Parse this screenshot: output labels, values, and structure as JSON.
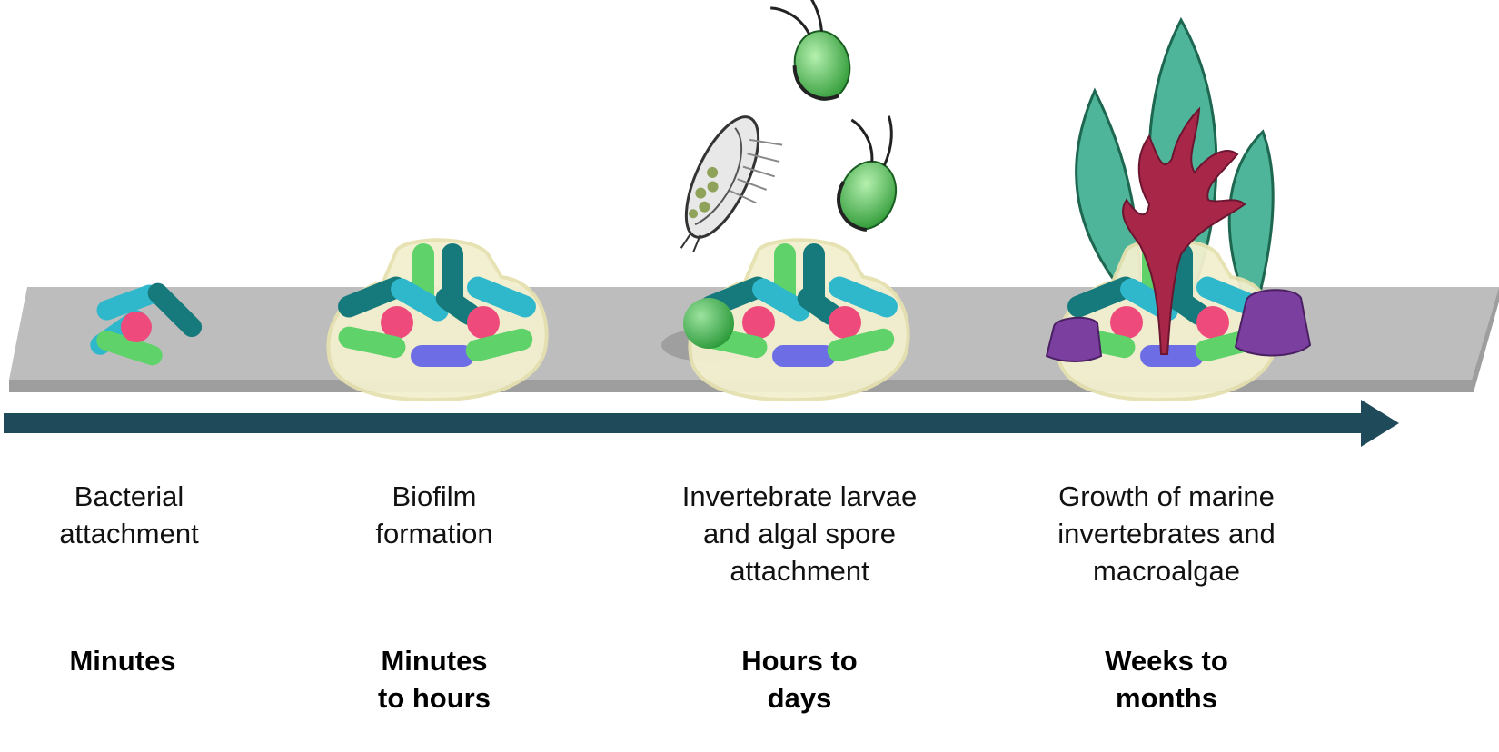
{
  "stages": [
    {
      "description": [
        "Bacterial",
        "attachment"
      ],
      "time": [
        "Minutes"
      ]
    },
    {
      "description": [
        "Biofilm",
        "formation"
      ],
      "time": [
        "Minutes",
        "to hours"
      ]
    },
    {
      "description": [
        "Invertebrate larvae",
        "and algal spore",
        "attachment"
      ],
      "time": [
        "Hours to",
        "days"
      ]
    },
    {
      "description": [
        "Growth of marine",
        "invertebrates and",
        "macroalgae"
      ],
      "time": [
        "Weeks to",
        "months"
      ]
    }
  ],
  "colors": {
    "surface_top": "#bdbdbd",
    "surface_front": "#9e9e9e",
    "arrow": "#1f4a5a",
    "bacteria_cyan": "#2fb8cc",
    "bacteria_teal": "#167a7c",
    "bacteria_green": "#5fd36a",
    "bacteria_pink": "#ee4b7c",
    "bacteria_blue": "#6d6de6",
    "biofilm_matrix": "#f3f0cf",
    "spore_green": "#3cb04a",
    "kelp": "#4fb59a",
    "red_alga": "#a82748",
    "barnacle": "#7b3fa0"
  }
}
